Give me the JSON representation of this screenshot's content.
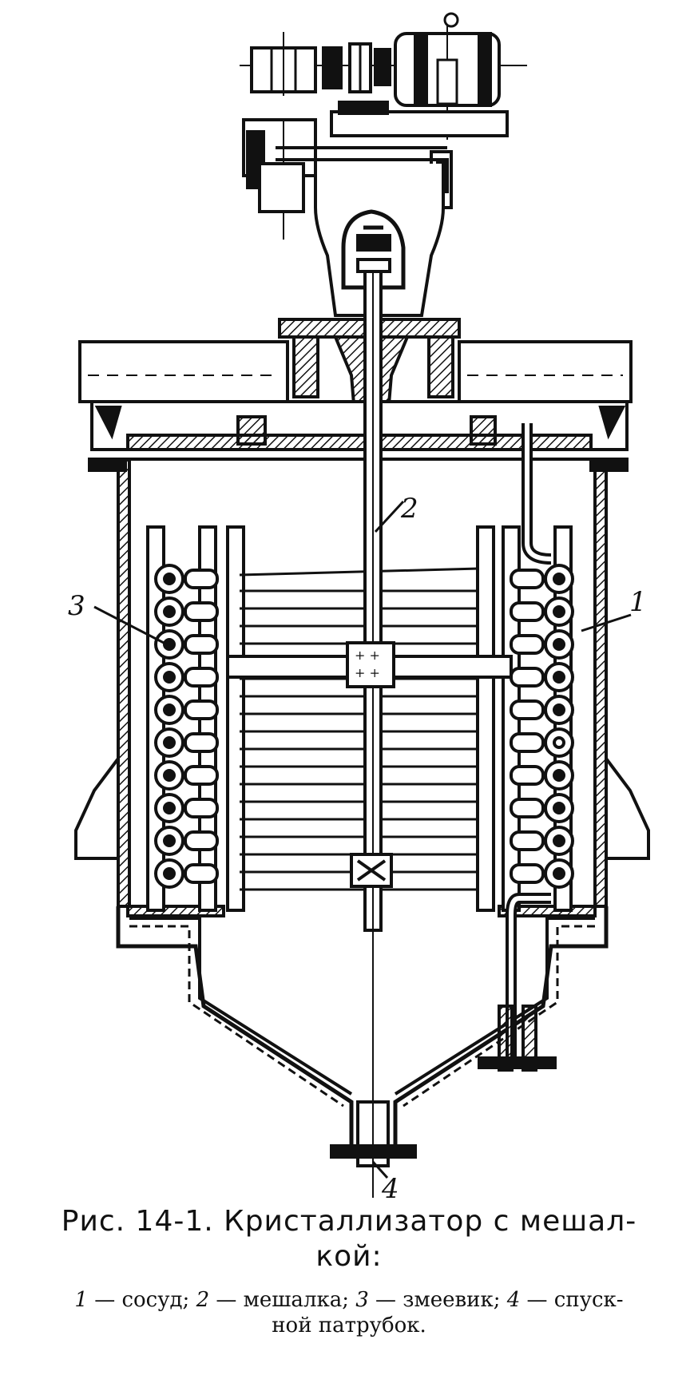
{
  "figure": {
    "labels": [
      {
        "id": "1",
        "text": "1"
      },
      {
        "id": "2",
        "text": "2"
      },
      {
        "id": "3",
        "text": "3"
      },
      {
        "id": "4",
        "text": "4"
      }
    ]
  },
  "caption": {
    "title_line1": "Рис. 14-1. Кристаллизатор с мешал-",
    "title_line2": "кой:",
    "legend": {
      "n1": "1",
      "t1": " — сосуд; ",
      "n2": "2",
      "t2": " — мешалка; ",
      "n3": "3",
      "t3": " — змеевик; ",
      "n4": "4",
      "t4": " — спуск-",
      "line2": "ной патрубок."
    }
  }
}
